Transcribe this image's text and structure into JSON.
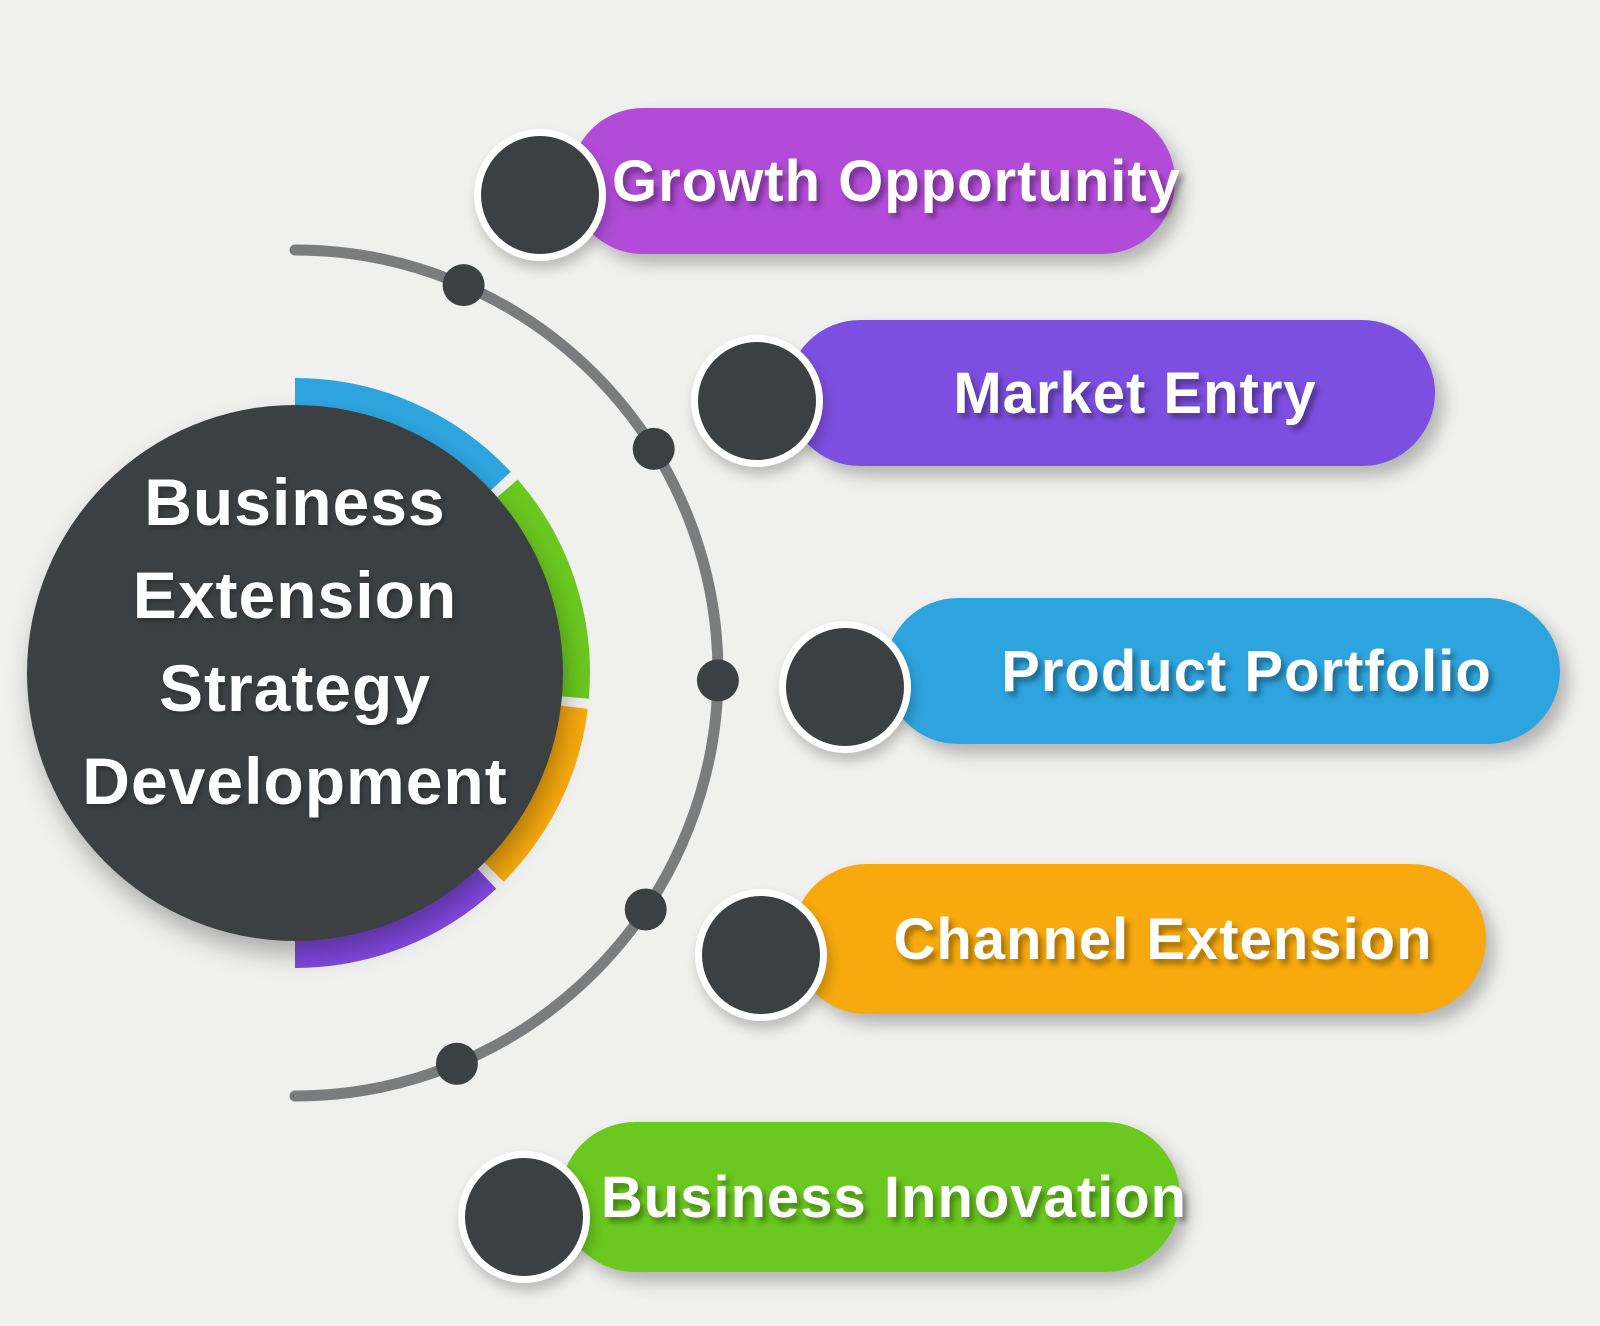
{
  "diagram": {
    "title_lines": [
      "Business",
      "Extension",
      "Strategy",
      "Development"
    ]
  },
  "items": [
    {
      "label": "Growth Opportunity",
      "color": "#b24cd8"
    },
    {
      "label": "Market Entry",
      "color": "#7d4fe0"
    },
    {
      "label": "Product Portfolio",
      "color": "#2ea4de"
    },
    {
      "label": "Channel Extension",
      "color": "#f7a90d"
    },
    {
      "label": "Business Innovation",
      "color": "#6ac81f"
    }
  ],
  "colors": {
    "background": "#f0f0ee",
    "center_circle": "#3d4043",
    "node": "#3d4043",
    "node_border": "#ffffff",
    "arc": "#7a7c7e",
    "dot": "#3d4043",
    "text": "#ffffff",
    "ring_segments": [
      "#2ea4de",
      "#6ac81f",
      "#f7a90d",
      "#8148e0"
    ]
  }
}
